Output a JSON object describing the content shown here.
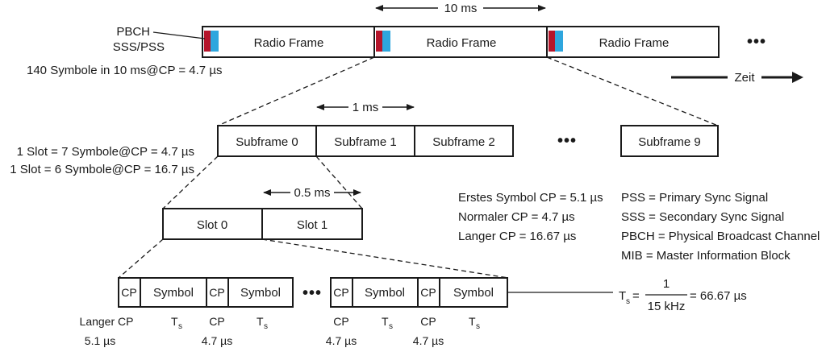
{
  "radio_frames": {
    "labels": [
      "Radio Frame",
      "Radio Frame",
      "Radio Frame"
    ],
    "duration": "10 ms",
    "pbch_label": "PBCH",
    "sync_label": "SSS/PSS",
    "symbols_note": "140 Symbole in 10 ms@CP = 4.7 µs",
    "continuation": "•••",
    "time_label": "Zeit",
    "colors": {
      "pbch": "#b5152b",
      "sync": "#2ea6de"
    }
  },
  "subframes": {
    "labels": [
      "Subframe 0",
      "Subframe 1",
      "Subframe 2",
      "Subframe 9"
    ],
    "duration": "1 ms",
    "continuation": "•••",
    "slot_note_normal": "1 Slot = 7 Symbole@CP = 4.7 µs",
    "slot_note_extended": "1 Slot = 6 Symbole@CP = 16.7 µs"
  },
  "slots": {
    "labels": [
      "Slot 0",
      "Slot 1"
    ],
    "duration": "0.5 ms"
  },
  "symbols": {
    "cp": "CP",
    "symbol": "Symbol",
    "continuation": "•••",
    "captions": {
      "long_cp": "Langer CP",
      "long_cp_val": "5.1 µs",
      "ts": "T",
      "ts_sub": "s",
      "cp": "CP",
      "cp_val": "4.7 µs"
    }
  },
  "cp_info": [
    "Erstes Symbol CP = 5.1 µs",
    "Normaler CP = 4.7 µs",
    "Langer CP = 16.67 µs"
  ],
  "legend": [
    "PSS = Primary Sync Signal",
    "SSS = Secondary Sync Signal",
    "PBCH = Physical Broadcast Channel",
    "MIB = Master Information Block"
  ],
  "formula": {
    "lhs": "T",
    "lhs_sub": "s",
    "eq": "=",
    "numerator": "1",
    "denominator": "15 kHz",
    "result": "= 66.67 µs"
  }
}
